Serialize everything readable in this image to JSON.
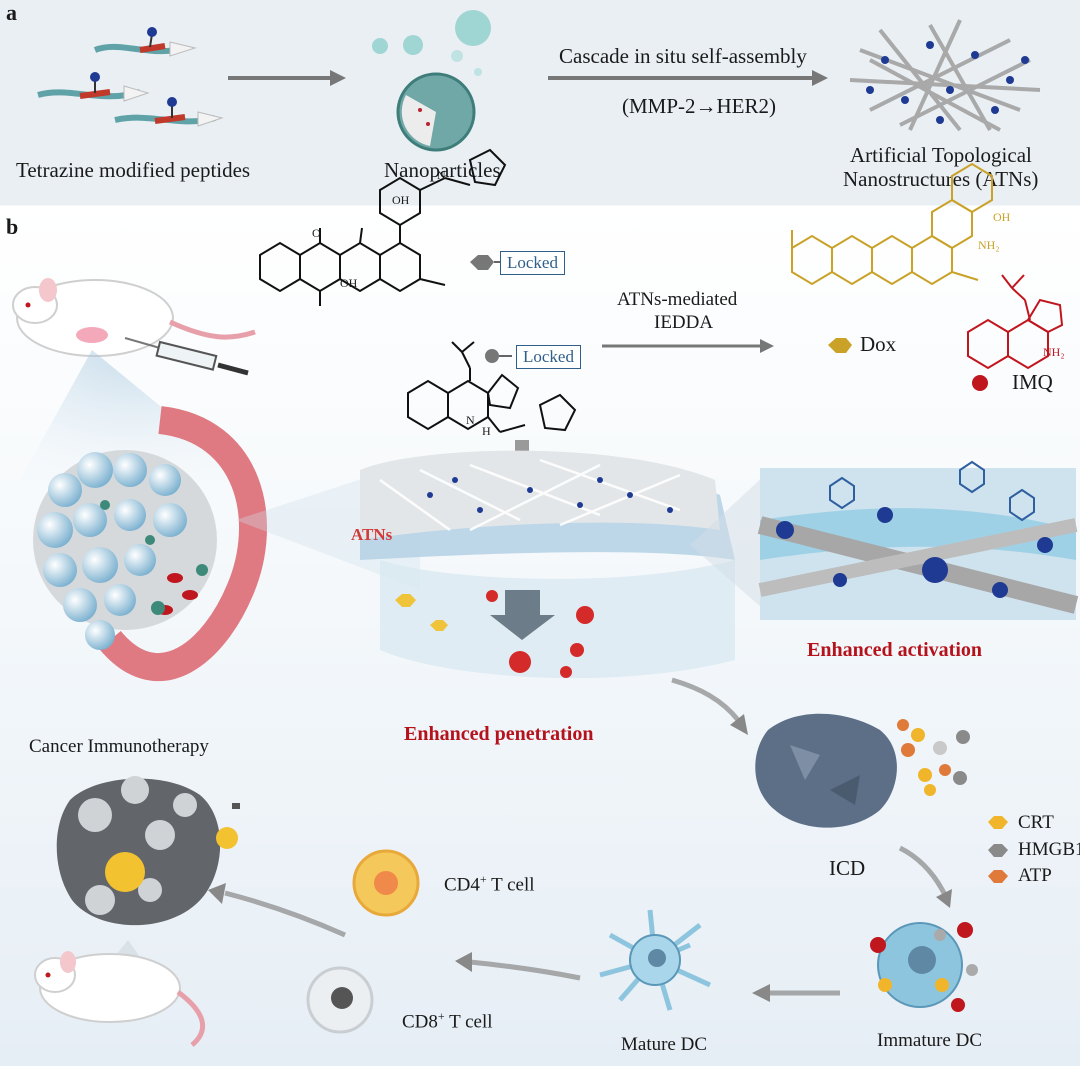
{
  "panel_a": {
    "label": "a",
    "steps": [
      "Tetrazine modified peptides",
      "Nanoparticles"
    ],
    "arrow_top": "Cascade in situ self-assembly",
    "arrow_bottom": "(MMP-2→HER2)",
    "result_line1": "Artificial Topological",
    "result_line2": "Nanostructures (ATNs)"
  },
  "panel_b": {
    "label": "b",
    "locked": "Locked",
    "reaction_line1": "ATNs-mediated",
    "reaction_line2": "IEDDA",
    "dox": "Dox",
    "imq": "IMQ",
    "atns": "ATNs",
    "enhanced_activation": "Enhanced activation",
    "enhanced_penetration": "Enhanced penetration",
    "cancer_immunotherapy": "Cancer Immunotherapy",
    "icd": "ICD",
    "legend": [
      "CRT",
      "HMGB1",
      "ATP"
    ],
    "cd4": "CD4",
    "cd8": "CD8",
    "tcell": " T cell",
    "sup": "+",
    "mature_dc": "Mature DC",
    "immature_dc": "Immature DC",
    "chem": {
      "nh2": "NH₂",
      "oh": "OH",
      "o": "O",
      "n": "N",
      "h": "H"
    }
  },
  "colors": {
    "dox": "#c9a227",
    "imq": "#c0161e",
    "crt": "#f0b52a",
    "hmgb1": "#8a8a8a",
    "atp": "#e07a3a",
    "arrow": "#777777",
    "blue_label": "#2f5f8a"
  }
}
